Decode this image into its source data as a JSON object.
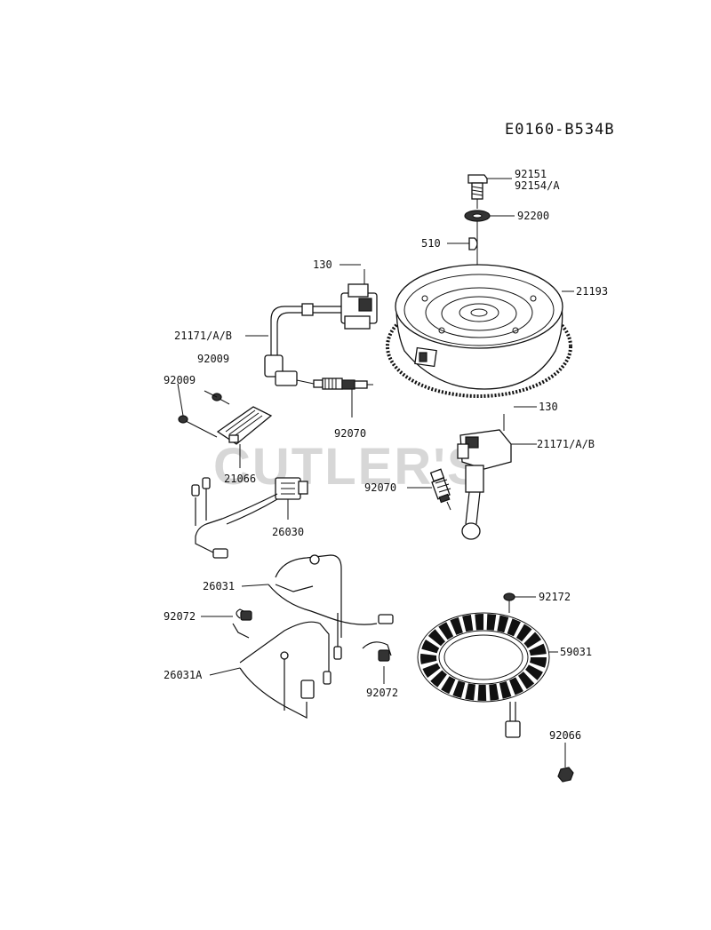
{
  "diagram": {
    "code": "E0160-B534B",
    "watermark": "CUTLER'S",
    "parts": [
      {
        "id": "p92151",
        "label": "92151",
        "name": "bolt"
      },
      {
        "id": "p92154",
        "label": "92154/A",
        "name": "bolt-variant"
      },
      {
        "id": "p92200",
        "label": "92200",
        "name": "washer"
      },
      {
        "id": "p510",
        "label": "510",
        "name": "key"
      },
      {
        "id": "p130a",
        "label": "130",
        "name": "bolt-coil-upper"
      },
      {
        "id": "p21193",
        "label": "21193",
        "name": "flywheel"
      },
      {
        "id": "p21171a",
        "label": "21171/A/B",
        "name": "ignition-coil-left"
      },
      {
        "id": "p92009a",
        "label": "92009",
        "name": "screw-upper"
      },
      {
        "id": "p92009b",
        "label": "92009",
        "name": "screw-lower"
      },
      {
        "id": "p92070a",
        "label": "92070",
        "name": "spark-plug-left"
      },
      {
        "id": "p130b",
        "label": "130",
        "name": "bolt-coil-lower"
      },
      {
        "id": "p21171b",
        "label": "21171/A/B",
        "name": "ignition-coil-right"
      },
      {
        "id": "p21066",
        "label": "21066",
        "name": "regulator"
      },
      {
        "id": "p92070b",
        "label": "92070",
        "name": "spark-plug-right"
      },
      {
        "id": "p26030",
        "label": "26030",
        "name": "lead-harness"
      },
      {
        "id": "p26031",
        "label": "26031",
        "name": "harness"
      },
      {
        "id": "p92172",
        "label": "92172",
        "name": "stator-screw"
      },
      {
        "id": "p92072a",
        "label": "92072",
        "name": "clamp-left"
      },
      {
        "id": "p59031",
        "label": "59031",
        "name": "stator"
      },
      {
        "id": "p26031A",
        "label": "26031A",
        "name": "harness-a"
      },
      {
        "id": "p92072b",
        "label": "92072",
        "name": "clamp-right"
      },
      {
        "id": "p92066",
        "label": "92066",
        "name": "nut"
      }
    ]
  }
}
